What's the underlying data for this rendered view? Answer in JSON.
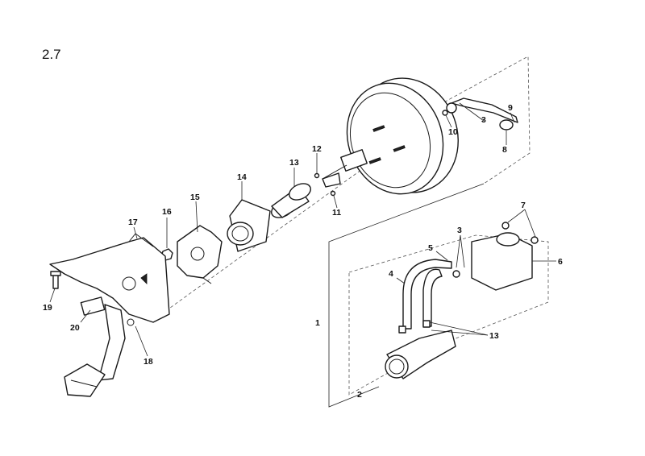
{
  "section": "2.7",
  "labels": {
    "p1": "1",
    "p2": "2",
    "p3a": "3",
    "p3b": "3",
    "p4": "4",
    "p5": "5",
    "p6": "6",
    "p7": "7",
    "p8": "8",
    "p9": "9",
    "p10": "10",
    "p11": "11",
    "p12": "12",
    "p13a": "13",
    "p13b": "13",
    "p14": "14",
    "p15": "15",
    "p16": "16",
    "p17": "17",
    "p18": "18",
    "p19": "19",
    "p20": "20"
  }
}
